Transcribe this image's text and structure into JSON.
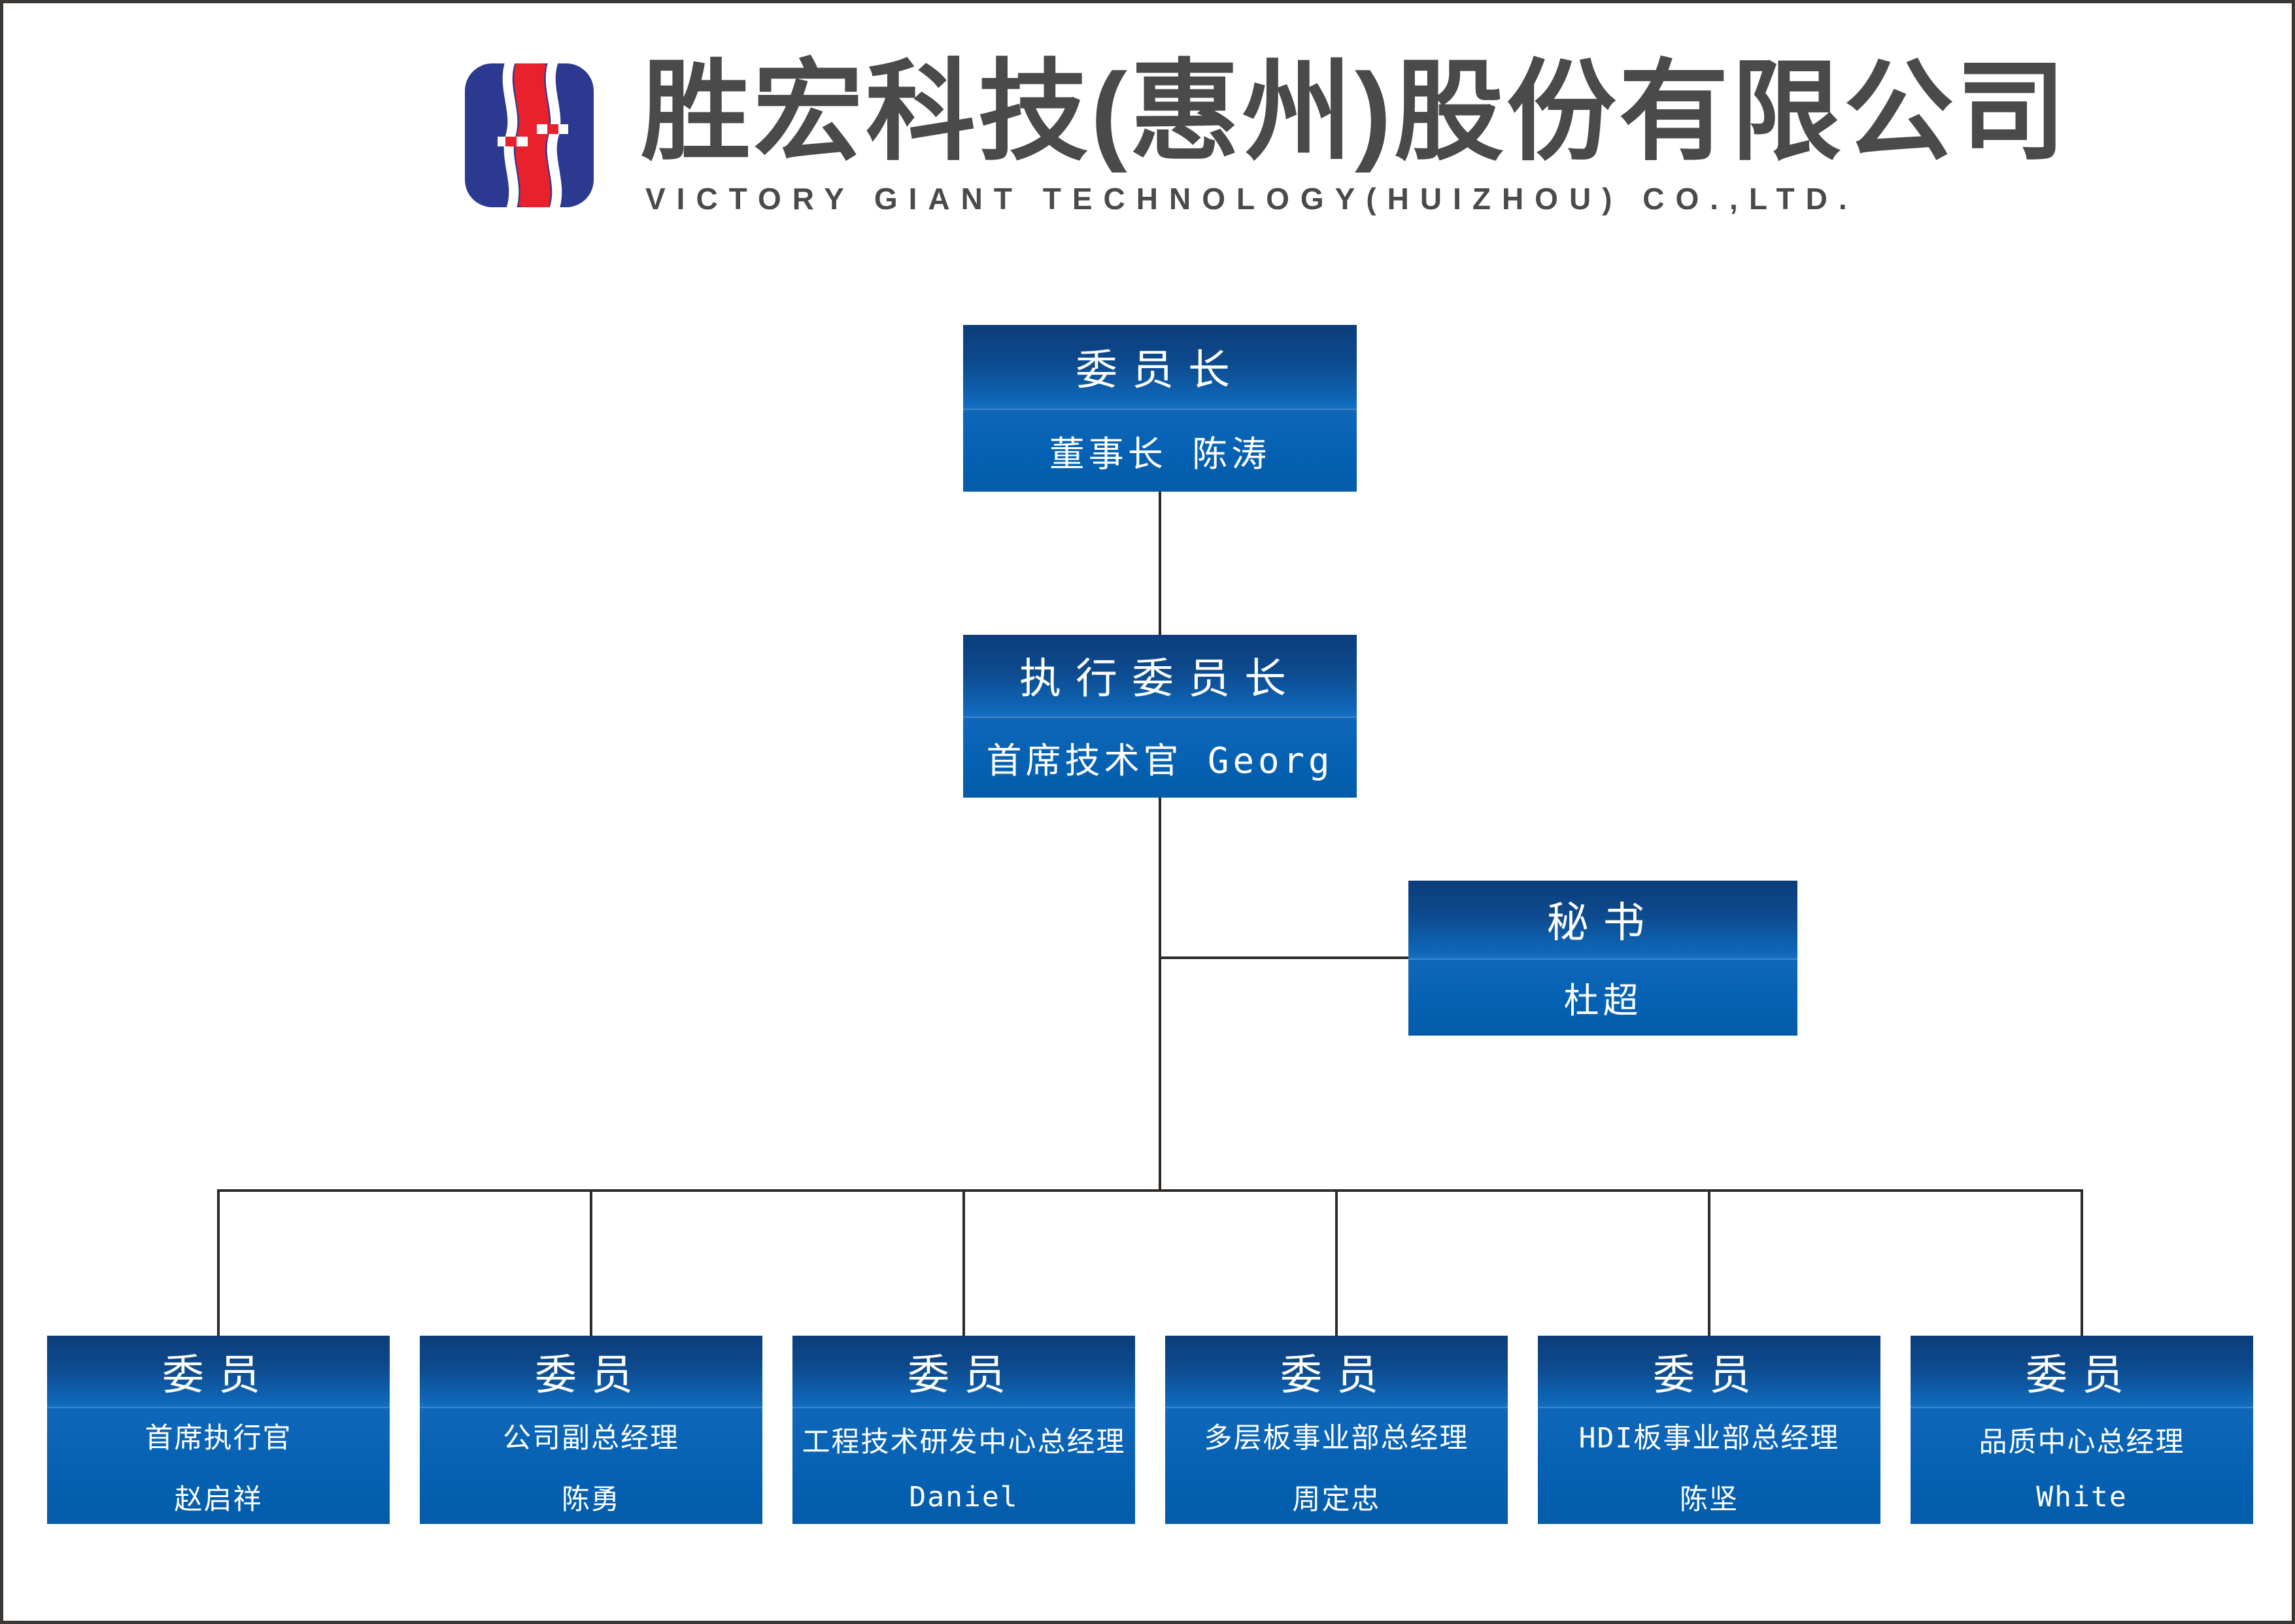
{
  "header": {
    "company_name_zh": "胜宏科技(惠州)股份有限公司",
    "company_name_en": "VICTORY GIANT TECHNOLOGY(HUIZHOU) CO.,LTD.",
    "text_color": "#4a4a4b",
    "logo": {
      "name": "victory-giant-logo",
      "blue": "#2b3a90",
      "red": "#e8212d",
      "white": "#ffffff"
    }
  },
  "colors": {
    "box_title_gradient_top": "#0c3d7b",
    "box_title_gradient_bottom": "#1570c4",
    "box_body_top": "#1067b9",
    "box_body_bottom": "#045ca9",
    "box_text": "#ffffff",
    "connector_line": "#2e2a27",
    "page_border": "#3b3835"
  },
  "org_chart": {
    "chairman": {
      "title": "委员长",
      "subtitle": "董事长 陈涛"
    },
    "executive": {
      "title": "执行委员长",
      "subtitle": "首席技术官 Georg"
    },
    "secretary": {
      "title": "秘书",
      "subtitle": "杜超"
    },
    "members": [
      {
        "title": "委员",
        "role": "首席执行官",
        "name": "赵启祥"
      },
      {
        "title": "委员",
        "role": "公司副总经理",
        "name": "陈勇"
      },
      {
        "title": "委员",
        "role": "工程技术研发中心总经理",
        "name": "Daniel"
      },
      {
        "title": "委员",
        "role": "多层板事业部总经理",
        "name": "周定忠"
      },
      {
        "title": "委员",
        "role": "HDI板事业部总经理",
        "name": "陈坚"
      },
      {
        "title": "委员",
        "role": "品质中心总经理",
        "name": "White"
      }
    ]
  }
}
